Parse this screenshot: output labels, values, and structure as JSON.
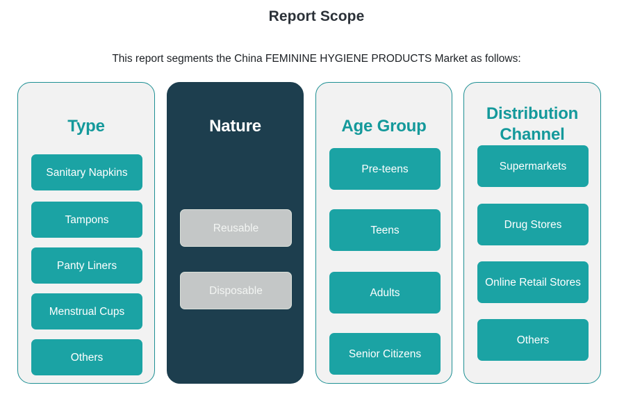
{
  "header": {
    "title": "Report Scope",
    "subtitle": "This report segments the China FEMININE HYGIENE PRODUCTS Market as follows:"
  },
  "colors": {
    "teal_chip": "#1BA3A4",
    "teal_title": "#14999B",
    "card_border": "#1D8F93",
    "card_background": "#F2F2F2",
    "dark_card_background": "#1D3E4E",
    "grey_chip": "#C4C7C7",
    "grey_chip_border": "#DBE2DB",
    "title_text": "#2B3138"
  },
  "columns": [
    {
      "id": "type",
      "title": "Type",
      "theme": "light",
      "chip_style": "teal",
      "items": [
        "Sanitary Napkins",
        "Tampons",
        "Panty Liners",
        "Menstrual Cups",
        "Others"
      ]
    },
    {
      "id": "nature",
      "title": "Nature",
      "theme": "dark",
      "chip_style": "grey",
      "items": [
        "Reusable",
        "Disposable"
      ]
    },
    {
      "id": "age",
      "title": "Age Group",
      "theme": "light",
      "chip_style": "teal",
      "items": [
        "Pre-teens",
        "Teens",
        "Adults",
        "Senior Citizens"
      ]
    },
    {
      "id": "dist",
      "title": "Distribution Channel",
      "theme": "light",
      "chip_style": "teal",
      "items": [
        "Supermarkets",
        "Drug Stores",
        "Online Retail Stores",
        "Others"
      ]
    }
  ]
}
